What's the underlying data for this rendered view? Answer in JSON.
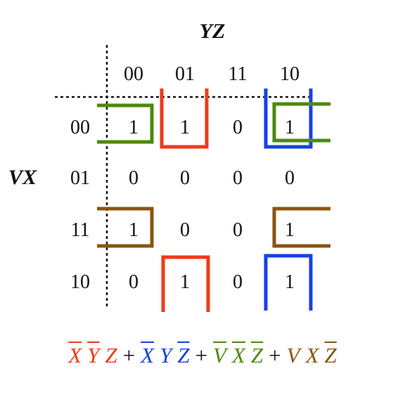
{
  "column_variables": "YZ",
  "row_variables": "VX",
  "column_labels": [
    "00",
    "01",
    "11",
    "10"
  ],
  "row_labels": [
    "00",
    "01",
    "11",
    "10"
  ],
  "cells": [
    [
      "1",
      "1",
      "0",
      "1"
    ],
    [
      "0",
      "0",
      "0",
      "0"
    ],
    [
      "1",
      "0",
      "0",
      "1"
    ],
    [
      "0",
      "1",
      "0",
      "1"
    ]
  ],
  "colors": {
    "red": "#f03a17",
    "blue": "#1740e6",
    "green": "#4c8a0a",
    "brown": "#8a5510"
  },
  "expression": [
    {
      "color": "red",
      "literals": [
        {
          "text": "X",
          "bar": true
        },
        {
          "text": "Y",
          "bar": true
        },
        {
          "text": "Z",
          "bar": false
        }
      ]
    },
    {
      "op": "+"
    },
    {
      "color": "blue",
      "literals": [
        {
          "text": "X",
          "bar": true
        },
        {
          "text": "Y",
          "bar": false
        },
        {
          "text": "Z",
          "bar": true
        }
      ]
    },
    {
      "op": "+"
    },
    {
      "color": "green",
      "literals": [
        {
          "text": "V",
          "bar": true
        },
        {
          "text": "X",
          "bar": true
        },
        {
          "text": "Z",
          "bar": true
        }
      ]
    },
    {
      "op": "+"
    },
    {
      "color": "brown",
      "literals": [
        {
          "text": "V",
          "bar": false
        },
        {
          "text": "X",
          "bar": false
        },
        {
          "text": "Z",
          "bar": true
        }
      ]
    }
  ]
}
